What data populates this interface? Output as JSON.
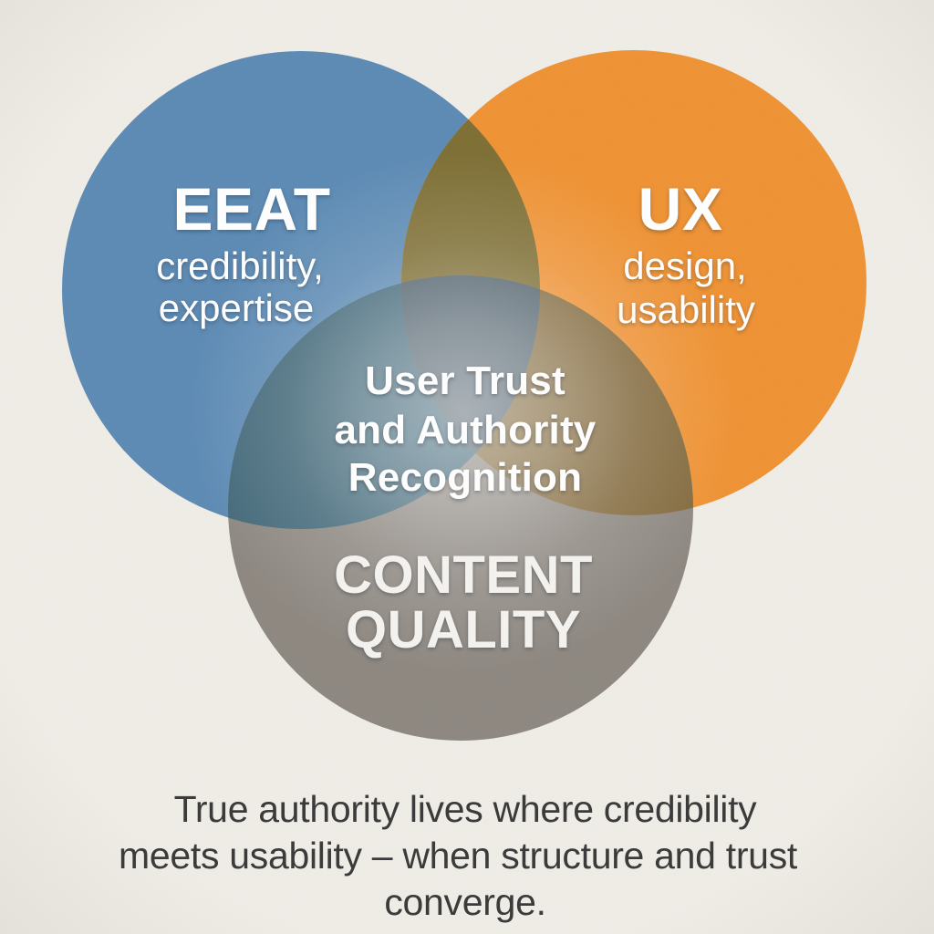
{
  "venn": {
    "colors": {
      "background": "#f0ede7",
      "blue_circle": "#5c8ab4",
      "orange_circle": "#ef9233",
      "gray_circle": "#8d8780",
      "blue_orange_overlap": "#7d6e33",
      "blue_gray_overlap": "#426879",
      "orange_gray_overlap": "#82693c",
      "center_overlap": "#4f606b"
    },
    "eeat": {
      "title": "EEAT",
      "subtitle_line1": "credibility,",
      "subtitle_line2": "expertise"
    },
    "ux": {
      "title": "UX",
      "subtitle_line1": "design,",
      "subtitle_line2": "usability"
    },
    "content": {
      "title_line1": "CONTENT",
      "title_line2": "QUALITY"
    },
    "center": {
      "line1": "User Trust",
      "line2": "and Authority",
      "line3": "Recognition"
    }
  },
  "caption": {
    "line1": "True authority lives where credibility",
    "line2": "meets usability – when structure and trust",
    "line3": "converge."
  }
}
